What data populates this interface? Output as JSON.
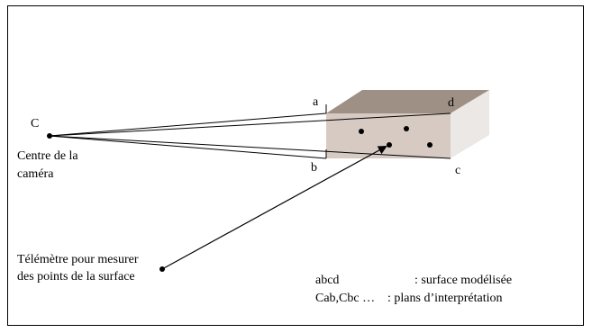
{
  "labels": {
    "point_c": "C",
    "camera_line1": "Centre de la",
    "camera_line2": "caméra",
    "corner_a": "a",
    "corner_b": "b",
    "corner_c": "c",
    "corner_d": "d",
    "rangefinder_line1": "Télémètre pour mesurer",
    "rangefinder_line2": "des points de la surface"
  },
  "legend": {
    "row1_key": "abcd",
    "row1_value": ": surface modélisée",
    "row2_key": "Cab,Cbc …",
    "row2_value": ": plans d’interprétation"
  },
  "colors": {
    "box_top": "#9e9084",
    "box_front": "#d7cac3",
    "box_side": "#ebe8e6",
    "ink": "#000000"
  }
}
